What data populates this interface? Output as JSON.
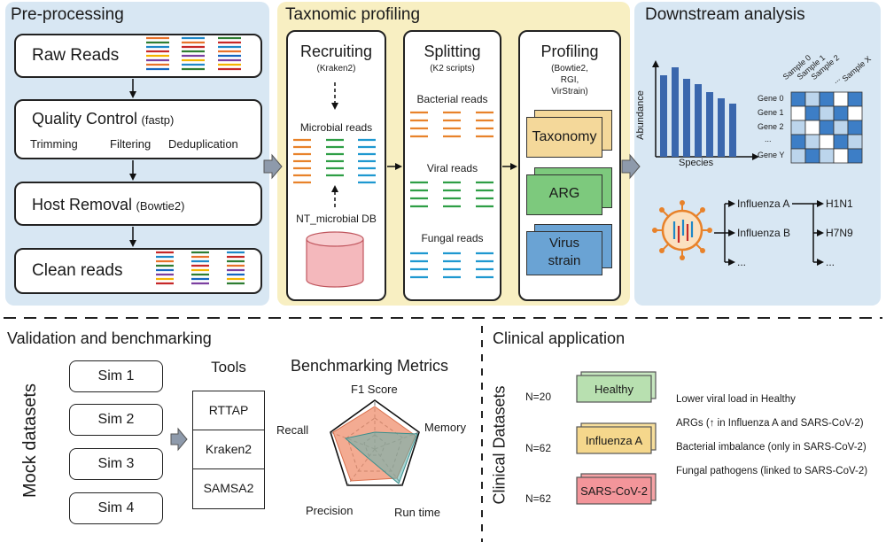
{
  "preprocessing": {
    "title": "Pre-processing",
    "raw_reads": "Raw Reads",
    "qc_title": "Quality Control",
    "qc_tool": "(fastp)",
    "qc_steps": [
      "Trimming",
      "Filtering",
      "Deduplication"
    ],
    "host_title": "Host Removal",
    "host_tool": "(Bowtie2)",
    "clean_reads": "Clean reads"
  },
  "taxonomic": {
    "title": "Taxnomic profiling",
    "recruiting": {
      "title": "Recruiting",
      "tool": "(Kraken2)",
      "reads_label": "Microbial reads",
      "db_label": "NT_microbial DB"
    },
    "splitting": {
      "title": "Splitting",
      "tool": "(K2 scripts)",
      "bacterial": "Bacterial reads",
      "viral": "Viral reads",
      "fungal": "Fungal reads"
    },
    "profiling": {
      "title": "Profiling",
      "tool_line1": "(Bowtie2,",
      "tool_line2": "RGI,",
      "tool_line3": "VirStrain)",
      "taxonomy": "Taxonomy",
      "arg": "ARG",
      "virus_line1": "Virus",
      "virus_line2": "strain"
    }
  },
  "downstream": {
    "title": "Downstream analysis",
    "bar_ylabel": "Abundance",
    "bar_xlabel": "Species",
    "heatmap_cols": [
      "Sample 0",
      "Sample 1",
      "Sample 2",
      "...",
      "Sample X"
    ],
    "heatmap_rows": [
      "Gene 0",
      "Gene 1",
      "Gene 2",
      "...",
      "Gene Y"
    ],
    "strain_tree": {
      "level1": [
        "Influenza A",
        "Influenza B",
        "..."
      ],
      "level2": [
        "H1N1",
        "H7N9",
        "..."
      ]
    }
  },
  "validation": {
    "title": "Validation and benchmarking",
    "mock_label": "Mock datasets",
    "sims": [
      "Sim 1",
      "Sim 2",
      "Sim 3",
      "Sim 4"
    ],
    "tools_title": "Tools",
    "tools": [
      "RTTAP",
      "Kraken2",
      "SAMSA2"
    ],
    "metrics_title": "Benchmarking Metrics",
    "metrics": [
      "F1 Score",
      "Memory",
      "Run time",
      "Precision",
      "Recall"
    ]
  },
  "clinical": {
    "title": "Clinical application",
    "datasets_label": "Clinical Datasets",
    "groups": [
      {
        "n": "N=20",
        "name": "Healthy"
      },
      {
        "n": "N=62",
        "name": "Influenza A"
      },
      {
        "n": "N=62",
        "name": "SARS-CoV-2"
      }
    ],
    "findings": [
      "Lower viral load in Healthy",
      "ARGs (↑ in Influenza A and SARS-CoV-2)",
      "Bacterial imbalance (only in SARS-CoV-2)",
      "Fungal pathogens (linked to SARS-CoV-2)"
    ]
  },
  "colors": {
    "preprocess_bg": "#d8e7f3",
    "taxonomic_bg": "#f8efc2",
    "downstream_bg": "#d8e7f3",
    "bar": "#3a67ad",
    "taxonomy": "#f4d89a",
    "arg": "#7dc97d",
    "virus": "#6aa3d4",
    "radar_orange": "#ef8f6e",
    "radar_teal": "#5fb3b0"
  }
}
